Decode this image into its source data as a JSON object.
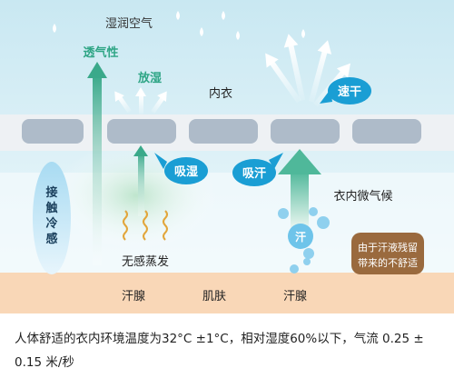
{
  "labels": {
    "humid_air": "湿润空气",
    "breathable": "透气性",
    "release_moisture": "放湿",
    "underwear": "内衣",
    "quick_dry": "速干",
    "absorb_moisture": "吸湿",
    "absorb_sweat": "吸汗",
    "microclimate": "衣内微气候",
    "contact_cool": "接触冷感",
    "insensible_evaporation": "无感蒸发",
    "sweat": "汗",
    "discomfort_line1": "由于汗液残留",
    "discomfort_line2": "带来的不舒适",
    "sweat_gland_left": "汗腺",
    "skin": "肌肤",
    "sweat_gland_right": "汗腺"
  },
  "caption": "人体舒适的衣内环境温度为32°C ±1°C，相对湿度60%以下，气流 0.25 ± 0.15 米/秒",
  "colors": {
    "sky_top": "#c9e8f2",
    "fabric_band": "#eef1f4",
    "fabric_block": "#aebbc9",
    "skin": "#f9d7b7",
    "badge": "#1a9ed4",
    "teal_arrow": "#4fb89a",
    "droplet": "#8fd0ee",
    "brown_box": "#9a6a3e",
    "text": "#1a1a1a"
  },
  "icons": [
    "droplet-icon",
    "up-arrow-icon",
    "wave-icon"
  ]
}
